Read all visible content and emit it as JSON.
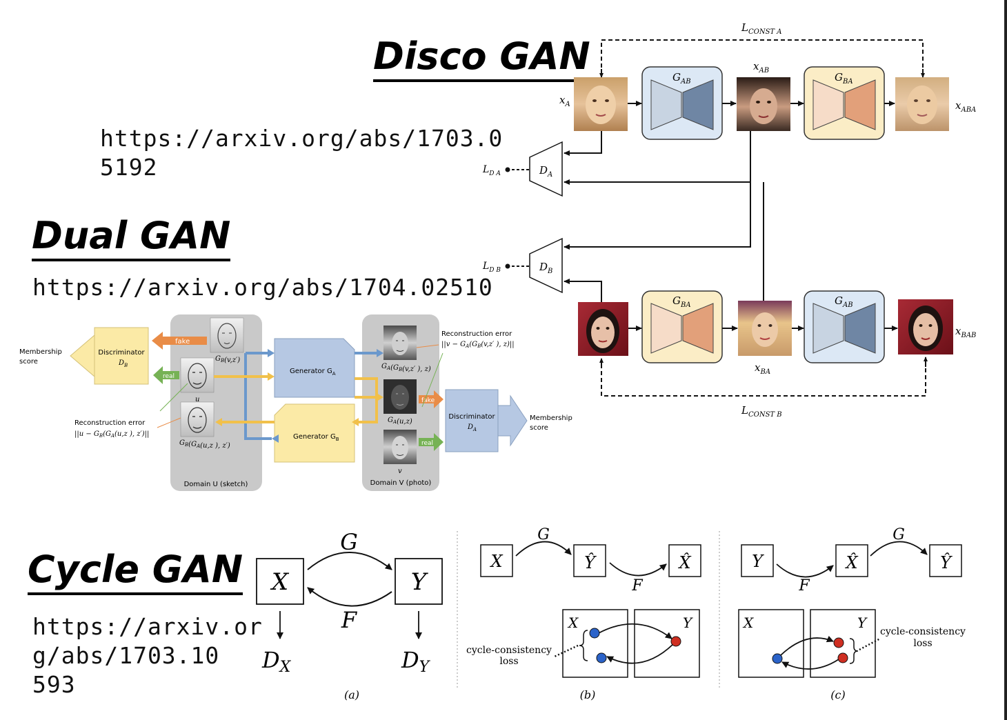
{
  "disco": {
    "title": "Disco GAN",
    "url_line1": "https://arxiv.org/abs/1703.0",
    "url_line2": "5192",
    "labels": {
      "l_const_a": "L",
      "l_const_a_sub": "CONST A",
      "l_const_b": "L",
      "l_const_b_sub": "CONST B",
      "x_a": "x",
      "x_a_sub": "A",
      "x_ab": "x",
      "x_ab_sub": "AB",
      "x_aba": "x",
      "x_aba_sub": "ABA",
      "x_ba": "x",
      "x_ba_sub": "BA",
      "x_bab": "x",
      "x_bab_sub": "BAB",
      "g_ab": "G",
      "g_ab_sub": "AB",
      "g_ba": "G",
      "g_ba_sub": "BA",
      "d_a": "D",
      "d_a_sub": "A",
      "d_b": "D",
      "d_b_sub": "B",
      "l_da": "L",
      "l_da_sub": "D A",
      "l_db": "L",
      "l_db_sub": "D B"
    }
  },
  "dual": {
    "title": "Dual GAN",
    "url": "https://arxiv.org/abs/1704.02510",
    "membership_left": [
      "Membership",
      "score"
    ],
    "membership_right": [
      "Membership",
      "score"
    ],
    "discriminator_b": [
      "Discriminator",
      "D",
      "B"
    ],
    "discriminator_a": [
      "Discriminator",
      "D",
      "A"
    ],
    "generator_a": [
      "Generator G",
      "A"
    ],
    "generator_b": [
      "Generator G",
      "B"
    ],
    "fake": "fake",
    "real": "real",
    "recon_left": [
      "Reconstruction error",
      "||u − G",
      "B",
      "(G",
      "A",
      "(u,z ), z′)||"
    ],
    "recon_right": [
      "Reconstruction error",
      "||v − G",
      "A",
      "(G",
      "B",
      "(v,z′ ), z)||"
    ],
    "face_labels": {
      "gb_vz": "G_B(v,z′)",
      "u": "u",
      "gb_ga": "G_B(G_A(u,z ), z′)",
      "ga_gb": "G_A(G_B(v,z′ ), z)",
      "ga_uz": "G_A(u,z)",
      "v": "v"
    },
    "domain_u": "Domain U (sketch)",
    "domain_v": "Domain V (photo)"
  },
  "cycle": {
    "title": "Cycle GAN",
    "url_lines": [
      "https://arxiv.or",
      "g/abs/1703.10",
      "593"
    ],
    "a": {
      "X": "X",
      "Y": "Y",
      "G": "G",
      "F": "F",
      "DX": "D",
      "DX_sub": "X",
      "DY": "D",
      "DY_sub": "Y",
      "caption": "(a)"
    },
    "b": {
      "X": "X",
      "Yhat": "Ŷ",
      "Xhat": "X̂",
      "G": "G",
      "F": "F",
      "X2": "X",
      "Y2": "Y",
      "loss": [
        "cycle-consistency",
        "loss"
      ],
      "caption": "(b)"
    },
    "c": {
      "Y": "Y",
      "Xhat": "X̂",
      "Yhat": "Ŷ",
      "G": "G",
      "F": "F",
      "X2": "X",
      "Y2": "Y",
      "loss": [
        "cycle-consistency",
        "loss"
      ],
      "caption": "(c)"
    }
  },
  "colors": {
    "gen_blue_fill": "#dce8f5",
    "gen_blue_left": "#c8d4e2",
    "gen_blue_right": "#6f86a4",
    "gen_tan_fill": "#fbedc6",
    "gen_tan_left": "#f6dcc8",
    "gen_tan_right": "#e2a07a",
    "dual_gray": "#c9c9c9",
    "dual_yellow": "#fbeaa6",
    "dual_blue": "#b6c8e3",
    "arrow_orange": "#e98c47",
    "arrow_green": "#76b255",
    "arrow_blue": "#6b98cc",
    "arrow_yellow": "#f1c04a",
    "dot_blue": "#2b63c9",
    "dot_red": "#cf2f22"
  }
}
